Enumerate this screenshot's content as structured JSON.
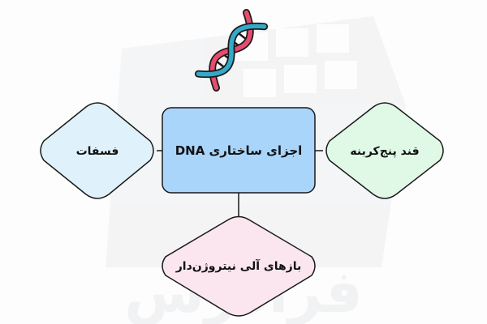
{
  "diagram": {
    "center": {
      "label": "اجزای ساختاری DNA",
      "fill": "#a9d5fb",
      "stroke": "#1a1a1a"
    },
    "left": {
      "label": "فسفات",
      "fill": "#dff2fb",
      "stroke": "#1a1a1a"
    },
    "right": {
      "label": "قند پنج‌کربنه",
      "fill": "#dff9e6",
      "stroke": "#1a1a1a"
    },
    "bottom": {
      "label": "بازهای آلی نیتروژن‌دار",
      "fill": "#fbe6f0",
      "stroke": "#1a1a1a"
    },
    "icon": {
      "name": "dna-icon",
      "colors": {
        "strand_a": "#e64c6e",
        "strand_b": "#35a9c7",
        "outline": "#1a1a1a"
      }
    },
    "watermark": {
      "text": "فرادرس"
    }
  }
}
